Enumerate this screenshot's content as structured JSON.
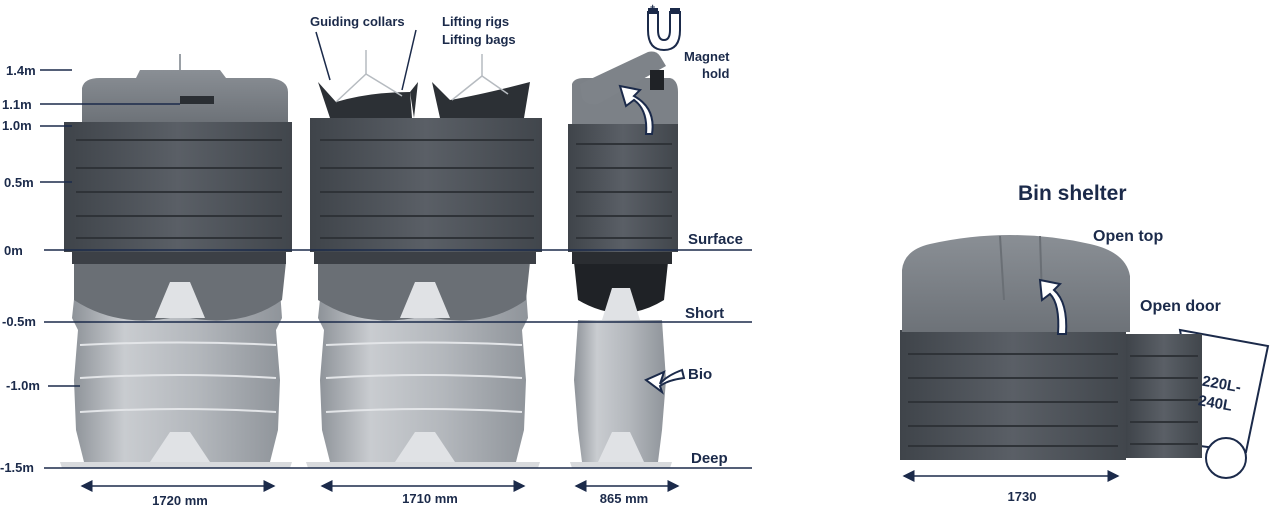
{
  "levels": {
    "m14": "1.4m",
    "m11": "1.1m",
    "m10": "1.0m",
    "m05": "0.5m",
    "m0": "0m",
    "mneg05": "-0.5m",
    "mneg10": "-1.0m",
    "mneg15": "-1.5m"
  },
  "depth_labels": {
    "surface": "Surface",
    "short": "Short",
    "bio": "Bio",
    "deep": "Deep"
  },
  "callouts": {
    "guiding_collars": "Guiding collars",
    "lifting_rigs": "Lifting rigs",
    "lifting_bags": "Lifting bags",
    "magnet": "Magnet",
    "hold": "hold"
  },
  "dimensions": {
    "unit_a": "1720 mm",
    "unit_b": "1710 mm",
    "unit_c": "865 mm",
    "shelter": "1730"
  },
  "bin_shelter": {
    "title": "Bin shelter",
    "open_top": "Open top",
    "open_door": "Open door",
    "bin_capacity_line1": "220L-",
    "bin_capacity_line2": "240L"
  },
  "colors": {
    "text": "#1b2a4a",
    "panel_dark": "#4e5359",
    "tank_light": "#aeb2b7",
    "line": "#1b2a4a"
  }
}
